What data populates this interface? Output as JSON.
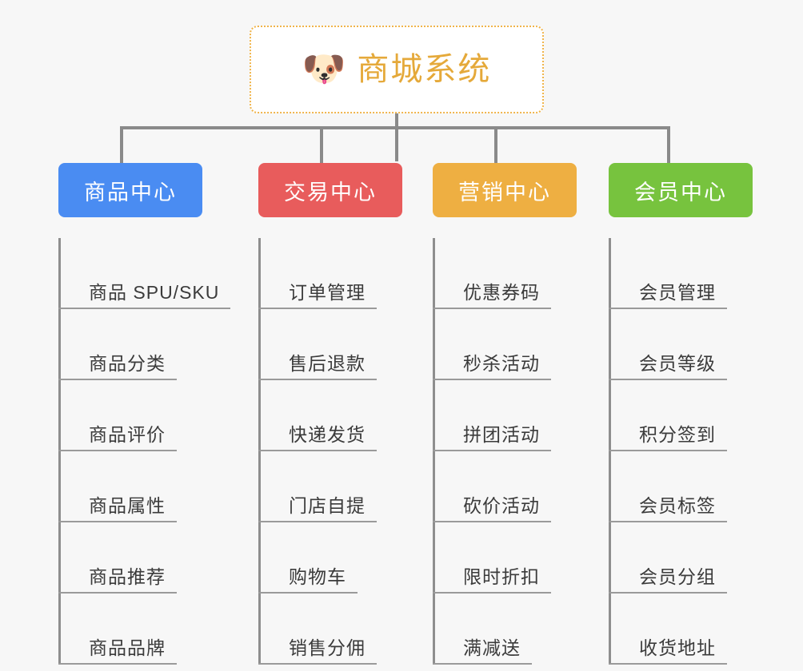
{
  "page": {
    "background_color": "#f7f7f7",
    "type": "mindmap"
  },
  "root": {
    "icon": "shiba-dog-face-emoji",
    "emoji": "🐶",
    "title": "商城系统",
    "text_color": "#e5a93a",
    "border_color": "#f0b44a",
    "background_color": "#ffffff"
  },
  "connector": {
    "color": "#8a8a8a"
  },
  "branches": [
    {
      "key": "product-center",
      "label": "商品中心",
      "color": "#4a8cf2",
      "items": [
        "商品 SPU/SKU",
        "商品分类",
        "商品评价",
        "商品属性",
        "商品推荐",
        "商品品牌"
      ]
    },
    {
      "key": "trade-center",
      "label": "交易中心",
      "color": "#e85c5c",
      "items": [
        "订单管理",
        "售后退款",
        "快递发货",
        "门店自提",
        "购物车",
        "销售分佣"
      ]
    },
    {
      "key": "marketing-center",
      "label": "营销中心",
      "color": "#eeaf42",
      "items": [
        "优惠券码",
        "秒杀活动",
        "拼团活动",
        "砍价活动",
        "限时折扣",
        "满减送"
      ]
    },
    {
      "key": "member-center",
      "label": "会员中心",
      "color": "#77c33e",
      "items": [
        "会员管理",
        "会员等级",
        "积分签到",
        "会员标签",
        "会员分组",
        "收货地址"
      ]
    }
  ]
}
